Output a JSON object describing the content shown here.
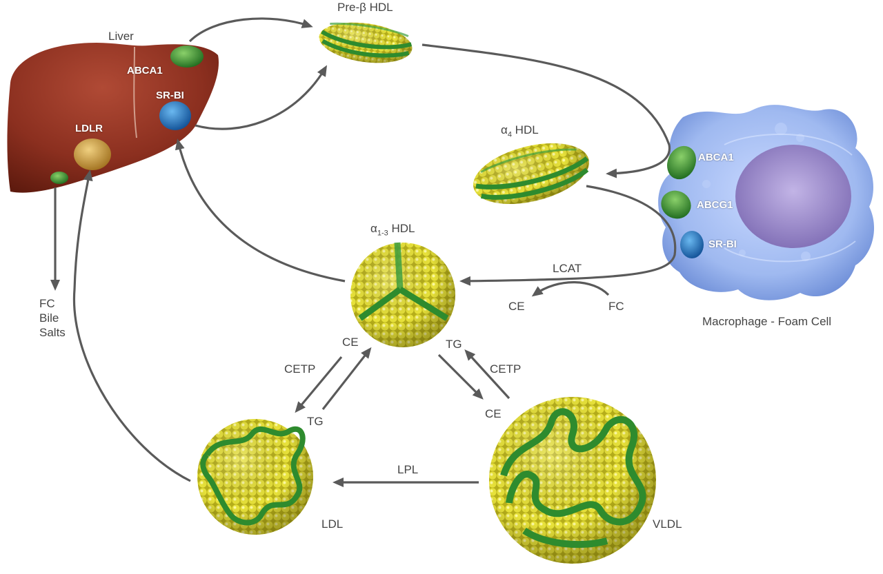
{
  "colors": {
    "arrow": "#5a5a5a",
    "liver": "#8b2f1f",
    "particle_yellow": "#e6e02a",
    "apoprotein_green": "#2e8b2e",
    "macrophage": "#9fb9f0",
    "nucleus": "#9a88c8",
    "sr_bi_blue": "#1f77c8",
    "ldlr_gold": "#d8a440"
  },
  "labels": {
    "liver": "Liver",
    "liver_abca1": "ABCA1",
    "liver_sr_bi": "SR-BI",
    "liver_ldlr": "LDLR",
    "pre_beta_hdl": "Pre-β HDL",
    "alpha4_prefix": "α",
    "alpha4_sub": "4",
    "alpha4_suffix": " HDL",
    "alpha13_prefix": "α",
    "alpha13_sub": "1-3",
    "alpha13_suffix": " HDL",
    "mac_abca1": "ABCA1",
    "mac_abcg1": "ABCG1",
    "mac_sr_bi": "SR-BI",
    "macrophage": "Macrophage - Foam Cell",
    "lcat": "LCAT",
    "lcat_ce": "CE",
    "lcat_fc": "FC",
    "excretion": [
      "FC",
      "Bile",
      "Salts"
    ],
    "hdl_ce": "CE",
    "hdl_tg": "TG",
    "cetp_left": "CETP",
    "cetp_right": "CETP",
    "ldl_tg": "TG",
    "vldl_ce": "CE",
    "lpl": "LPL",
    "ldl": "LDL",
    "vldl": "VLDL"
  },
  "icons": [
    "liver-organ",
    "macrophage-cell",
    "lipoprotein-particle",
    "receptor-protein",
    "arrow"
  ]
}
